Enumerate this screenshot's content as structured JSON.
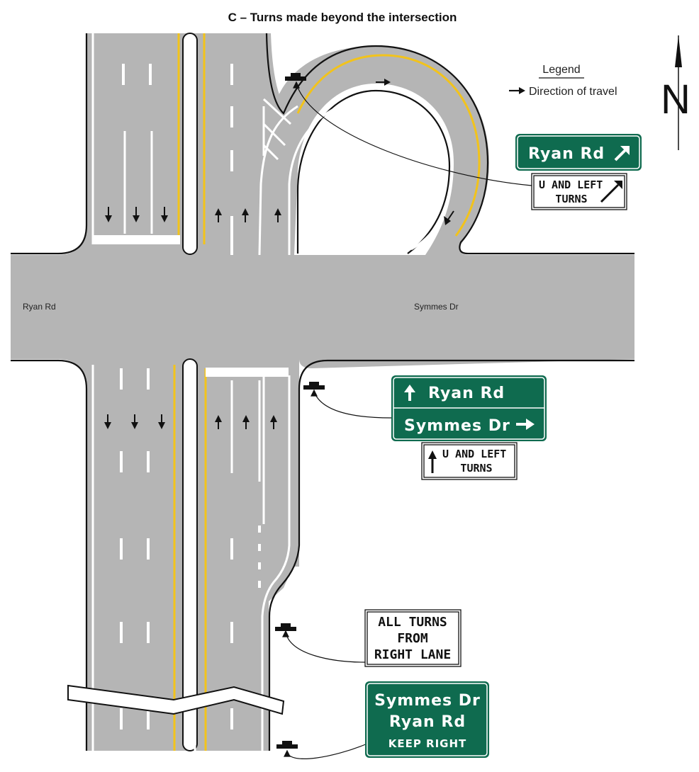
{
  "title": "C – Turns made beyond the intersection",
  "road_labels": {
    "west": "Ryan Rd",
    "east": "Symmes Dr"
  },
  "legend": {
    "heading": "Legend",
    "item": "Direction of travel"
  },
  "north": "N",
  "signs": {
    "ramp_guide": {
      "text": "Ryan Rd",
      "arrow": "up-right-arrow"
    },
    "u_left_top": {
      "line1": "U AND LEFT",
      "line2": "TURNS"
    },
    "junction": {
      "line1": "Ryan Rd",
      "line2": "Symmes Dr"
    },
    "u_left_bottom": {
      "line1": "U AND LEFT",
      "line2": "TURNS"
    },
    "all_turns": {
      "line1": "ALL TURNS",
      "line2": "FROM",
      "line3": "RIGHT LANE"
    },
    "keep_right": {
      "line1": "Symmes Dr",
      "line2": "Ryan Rd",
      "line3": "KEEP RIGHT"
    }
  },
  "colors": {
    "pavement": "#b5b5b5",
    "center_line": "#f2c31b",
    "guide_sign": "#0f6b4f",
    "curb": "#111111"
  }
}
